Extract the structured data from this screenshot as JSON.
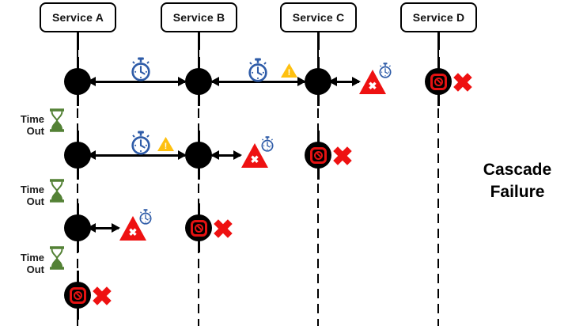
{
  "services": [
    {
      "label": "Service A"
    },
    {
      "label": "Service B"
    },
    {
      "label": "Service C"
    },
    {
      "label": "Service D"
    }
  ],
  "timeout_labels": [
    "Time Out",
    "Time Out",
    "Time Out"
  ],
  "caption": {
    "line1": "Cascade",
    "line2": "Failure"
  },
  "glyphs": {
    "cross": "✖",
    "exclaim": "!"
  },
  "colors": {
    "timer_blue": "#2f5ca8",
    "warning_yellow": "#fec010",
    "error_red": "#ee1111",
    "timeout_green": "#538135",
    "node_black": "#000000"
  },
  "sequence": {
    "rows": [
      {
        "events": [
          {
            "type": "call",
            "between": [
              "Service A",
              "Service B"
            ],
            "icons": [
              "timer"
            ]
          },
          {
            "type": "call",
            "between": [
              "Service B",
              "Service C"
            ],
            "icons": [
              "timer",
              "warning"
            ]
          },
          {
            "type": "failed-call",
            "at": "Service C",
            "icons": [
              "error-triangle",
              "timer"
            ]
          },
          {
            "type": "node-failure",
            "at": "Service D",
            "icons": [
              "blocked-node",
              "red-x"
            ]
          }
        ]
      },
      {
        "events": [
          {
            "type": "call",
            "between": [
              "Service A",
              "Service B"
            ],
            "icons": [
              "timer",
              "warning"
            ]
          },
          {
            "type": "failed-call",
            "at": "Service B",
            "icons": [
              "error-triangle",
              "timer"
            ]
          },
          {
            "type": "node-failure",
            "at": "Service C",
            "icons": [
              "blocked-node",
              "red-x"
            ]
          }
        ]
      },
      {
        "events": [
          {
            "type": "failed-call",
            "at": "Service A",
            "icons": [
              "error-triangle",
              "timer"
            ]
          },
          {
            "type": "node-failure",
            "at": "Service B",
            "icons": [
              "blocked-node",
              "red-x"
            ]
          }
        ]
      },
      {
        "events": [
          {
            "type": "node-failure",
            "at": "Service A",
            "icons": [
              "blocked-node",
              "red-x"
            ]
          }
        ]
      }
    ],
    "timeouts_on": "Service A"
  }
}
